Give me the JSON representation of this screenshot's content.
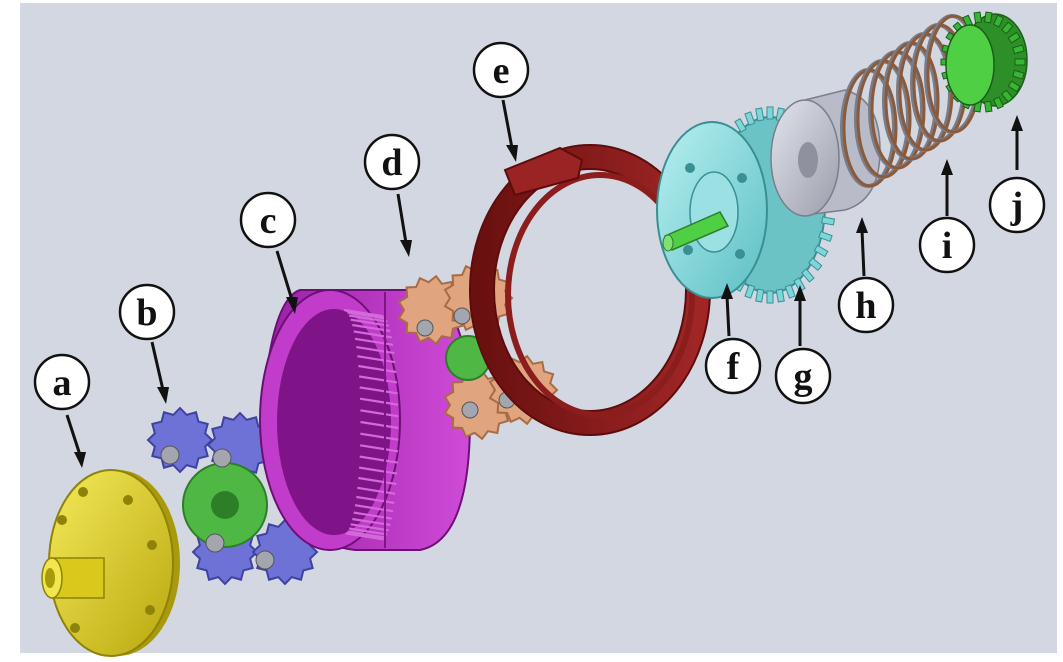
{
  "colors": {
    "background": "#d3d7e2",
    "flange": "#e0d21f",
    "planet_stage1": "#6e72d6",
    "sun_gear": "#4fb845",
    "ring_gear": "#b22bbd",
    "planet_stage2": "#e0a47e",
    "brake_band": "#7f1616",
    "carrier_gear": "#7fd6d8",
    "spacer": "#b9bcc8",
    "spring": "#8a5a3a",
    "end_gear": "#39b534",
    "label_line": "#111111"
  },
  "labels": [
    {
      "id": "a",
      "text": "a"
    },
    {
      "id": "b",
      "text": "b"
    },
    {
      "id": "c",
      "text": "c"
    },
    {
      "id": "d",
      "text": "d"
    },
    {
      "id": "e",
      "text": "e"
    },
    {
      "id": "f",
      "text": "f"
    },
    {
      "id": "g",
      "text": "g"
    },
    {
      "id": "h",
      "text": "h"
    },
    {
      "id": "i",
      "text": "i"
    },
    {
      "id": "j",
      "text": "j"
    }
  ]
}
